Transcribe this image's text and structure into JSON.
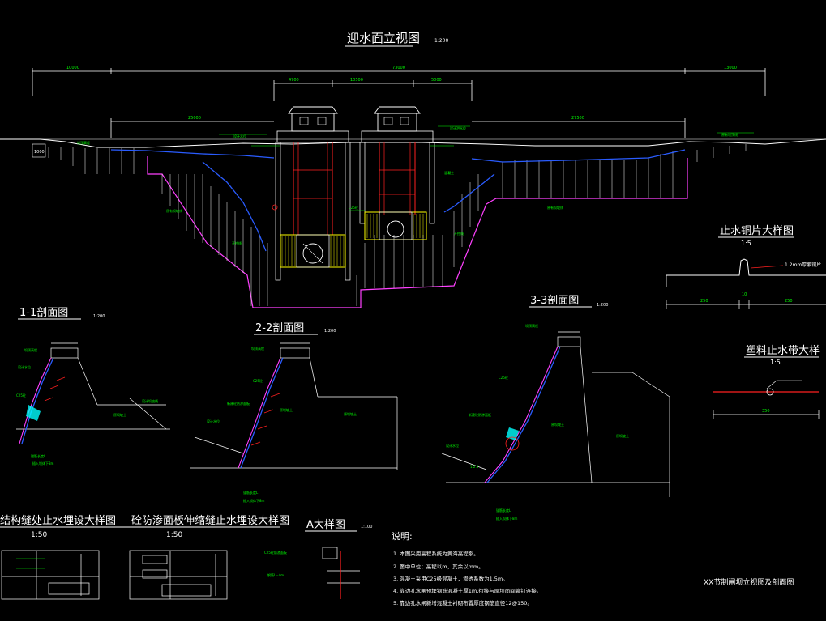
{
  "titles": {
    "elevation": "迎水面立视图",
    "elevation_scale": "1:200",
    "section11": "1-1剖面图",
    "section11_scale": "1:200",
    "section22": "2-2剖面图",
    "section22_scale": "1:200",
    "section33": "3-3剖面图",
    "section33_scale": "1:200",
    "copper_detail": "止水铜片大样图",
    "copper_scale": "1:5",
    "plastic_detail": "塑料止水带大样",
    "plastic_scale": "1:5",
    "joint_detail1": "结构缝处止水埋设大样图",
    "joint_detail1_scale": "1:50",
    "joint_detail2": "砼防渗面板伸缩缝止水埋设大样图",
    "joint_detail2_scale": "1:50",
    "detail_a": "A大样图",
    "detail_a_scale": "1:100",
    "sheet_title": "XX节制闸坝立视图及剖面图"
  },
  "dimensions": {
    "total_left": "10000",
    "total_mid": "73000",
    "total_right": "13000",
    "gate_a": "4700",
    "gate_b": "10500",
    "gate_c": "5000",
    "left_span": "25000",
    "right_span": "27500",
    "copper_left": "250",
    "copper_mid": "10",
    "copper_right": "250",
    "copper_note": "1.2mm厚紫铜片",
    "plastic_width": "350"
  },
  "notes": {
    "heading": "说明:",
    "items": [
      "1. 本图采用高程系统为黄海高程系。",
      "2. 图中单位：高程以m，其余以mm。",
      "3. 混凝土采用C25级混凝土，渗透系数为1.5m。",
      "4. 靠边孔水闸预埋钢筋混凝土厚1m,衔接与原坝面间铆钉连接。",
      "5. 靠边孔水闸新增混凝土衬砌布置厚度钢筋直径12@150。"
    ]
  },
  "colors": {
    "white": "#ffffff",
    "green": "#00ff00",
    "magenta": "#ff40ff",
    "yellow": "#ffff00",
    "red": "#ff2020",
    "blue": "#2a5cff",
    "cyan": "#00ffff"
  }
}
